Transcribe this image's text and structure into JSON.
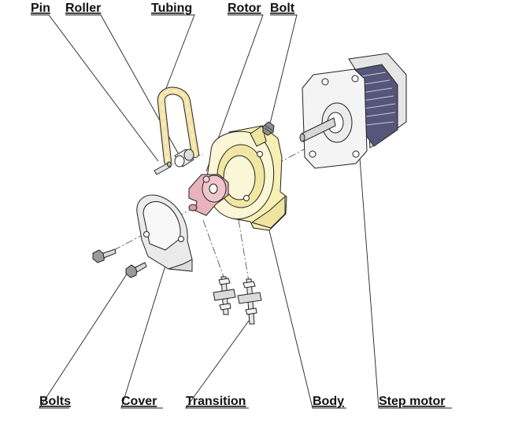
{
  "labels": {
    "pin": "Pin",
    "roller": "Roller",
    "tubing": "Tubing",
    "rotor": "Rotor",
    "bolt": "Bolt",
    "bolts": "Bolts",
    "cover": "Cover",
    "transition": "Transition",
    "body": "Body",
    "step_motor": "Step motor"
  },
  "colors": {
    "background": "#ffffff",
    "ink": "#111111",
    "tubing": "#f3e3a6",
    "body": "#f7efb4",
    "rotor": "#e9b3bb",
    "motor_face": "#f4f4f4",
    "motor_windings": "#55567a",
    "cover": "#eaeaea"
  }
}
